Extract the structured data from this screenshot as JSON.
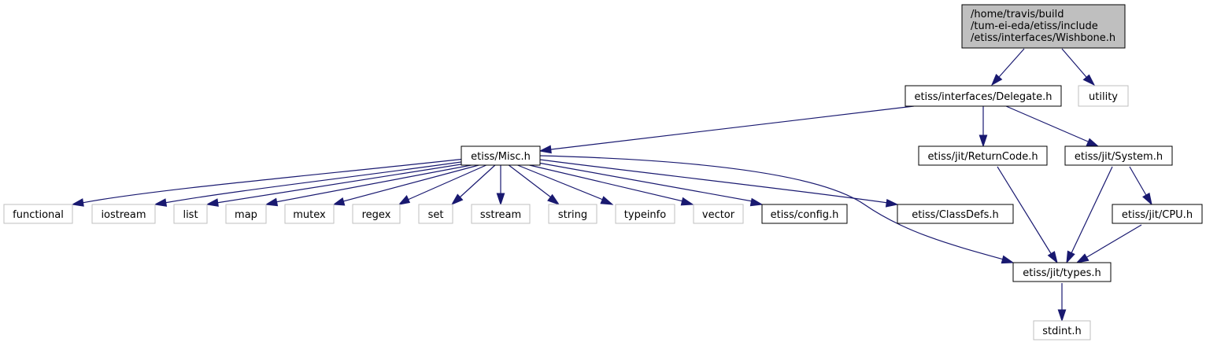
{
  "graph": {
    "root": {
      "lines": [
        "/home/travis/build",
        "/tum-ei-eda/etiss/include",
        "/etiss/interfaces/Wishbone.h"
      ]
    },
    "nodes": {
      "delegate": "etiss/interfaces/Delegate.h",
      "utility": "utility",
      "misc": "etiss/Misc.h",
      "returncode": "etiss/jit/ReturnCode.h",
      "system": "etiss/jit/System.h",
      "functional": "functional",
      "iostream": "iostream",
      "list": "list",
      "map": "map",
      "mutex": "mutex",
      "regex": "regex",
      "set": "set",
      "sstream": "sstream",
      "string": "string",
      "typeinfo": "typeinfo",
      "vector": "vector",
      "config": "etiss/config.h",
      "classdefs": "etiss/ClassDefs.h",
      "cpu": "etiss/jit/CPU.h",
      "types": "etiss/jit/types.h",
      "stdint": "stdint.h"
    },
    "node_kinds": {
      "utility": "external",
      "functional": "external",
      "iostream": "external",
      "list": "external",
      "map": "external",
      "mutex": "external",
      "regex": "external",
      "set": "external",
      "sstream": "external",
      "string": "external",
      "typeinfo": "external",
      "vector": "external",
      "stdint": "external"
    },
    "colors": {
      "edge": "#191970",
      "root_fill": "#bfbfbf",
      "external_border": "#bfbfbf",
      "node_border": "#000000"
    },
    "edges": [
      [
        "root",
        "delegate"
      ],
      [
        "root",
        "utility"
      ],
      [
        "delegate",
        "misc"
      ],
      [
        "delegate",
        "returncode"
      ],
      [
        "delegate",
        "system"
      ],
      [
        "misc",
        "functional"
      ],
      [
        "misc",
        "iostream"
      ],
      [
        "misc",
        "list"
      ],
      [
        "misc",
        "map"
      ],
      [
        "misc",
        "mutex"
      ],
      [
        "misc",
        "regex"
      ],
      [
        "misc",
        "set"
      ],
      [
        "misc",
        "sstream"
      ],
      [
        "misc",
        "string"
      ],
      [
        "misc",
        "typeinfo"
      ],
      [
        "misc",
        "vector"
      ],
      [
        "misc",
        "config"
      ],
      [
        "misc",
        "classdefs"
      ],
      [
        "misc",
        "types"
      ],
      [
        "returncode",
        "types"
      ],
      [
        "system",
        "types"
      ],
      [
        "system",
        "cpu"
      ],
      [
        "cpu",
        "types"
      ],
      [
        "types",
        "stdint"
      ]
    ]
  }
}
